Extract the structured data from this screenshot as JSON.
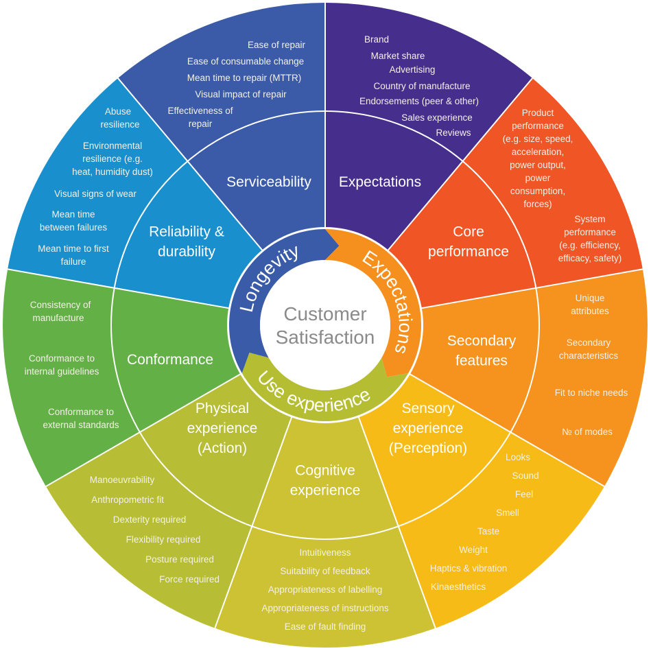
{
  "title": "Customer Satisfaction",
  "center": {
    "line1": "Customer",
    "line2": "Satisfaction"
  },
  "hub": [
    {
      "label": "Longevity",
      "color": "#3a5ba8"
    },
    {
      "label": "Expectations",
      "color": "#f5901e"
    },
    {
      "label": "Use experience",
      "color": "#b5bd32"
    }
  ],
  "sectors": [
    {
      "name": "Serviceability",
      "lines": [
        "Serviceability"
      ],
      "color": "#452e8c",
      "items": [
        "Ease of repair",
        "Ease of consumable change",
        "Mean time to repair (MTTR)",
        "Visual impact of repair",
        "Effectiveness of",
        "repair"
      ]
    },
    {
      "name": "Expectations",
      "lines": [
        "Expectations"
      ],
      "color": "#ef5525",
      "items": [
        "Brand",
        "Market share",
        "Advertising",
        "Country of manufacture",
        "Endorsements (peer & other)",
        "Sales experience",
        "Reviews"
      ]
    },
    {
      "name": "Core performance",
      "lines": [
        "Core",
        "performance"
      ],
      "color": "#f5931e",
      "items": [
        "Product",
        "performance",
        "(e.g. size, speed,",
        "acceleration,",
        "power output,",
        "power",
        "consumption,",
        "forces)",
        "System",
        "performance",
        "(e.g. efficiency,",
        "efficacy, safety)"
      ]
    },
    {
      "name": "Secondary features",
      "lines": [
        "Secondary",
        "features"
      ],
      "color": "#f7bb17",
      "items": [
        "Unique",
        "attributes",
        "Secondary",
        "characteristics",
        "Fit to niche needs",
        "№ of modes"
      ]
    },
    {
      "name": "Sensory experience (Perception)",
      "lines": [
        "Sensory",
        "experience",
        "(Perception)"
      ],
      "color": "#cdc233",
      "items": [
        "Looks",
        "Sound",
        "Feel",
        "Smell",
        "Taste",
        "Weight",
        "Haptics & vibration",
        "Kinaesthetics"
      ]
    },
    {
      "name": "Cognitive experience",
      "lines": [
        "Cognitive",
        "experience"
      ],
      "color": "#b7be35",
      "items": [
        "Intuitiveness",
        "Suitability of feedback",
        "Appropriateness of labelling",
        "Appropriateness of instructions",
        "Ease of fault finding"
      ]
    },
    {
      "name": "Physical experience (Action)",
      "lines": [
        "Physical",
        "experience",
        "(Action)"
      ],
      "color": "#62b046",
      "items": [
        "Manoeuvrability",
        "Anthropometric fit",
        "Dexterity required",
        "Flexibility required",
        "Posture required",
        "Force required"
      ]
    },
    {
      "name": "Conformance",
      "lines": [
        "Conformance"
      ],
      "color": "#1a8fcd",
      "items": [
        "Consistency of",
        "manufacture",
        "Conformance to",
        "internal guidelines",
        "Conformance to",
        "external standards"
      ]
    },
    {
      "name": "Reliability & durability",
      "lines": [
        "Reliability &",
        "durability"
      ],
      "color": "#3b5ba8",
      "items": [
        "Abuse",
        "resilience",
        "Environmental",
        "resilience (e.g.",
        "heat, humidity dust)",
        "Visual signs of wear",
        "Mean time",
        "between failures",
        "Mean time to first",
        "failure"
      ]
    }
  ]
}
